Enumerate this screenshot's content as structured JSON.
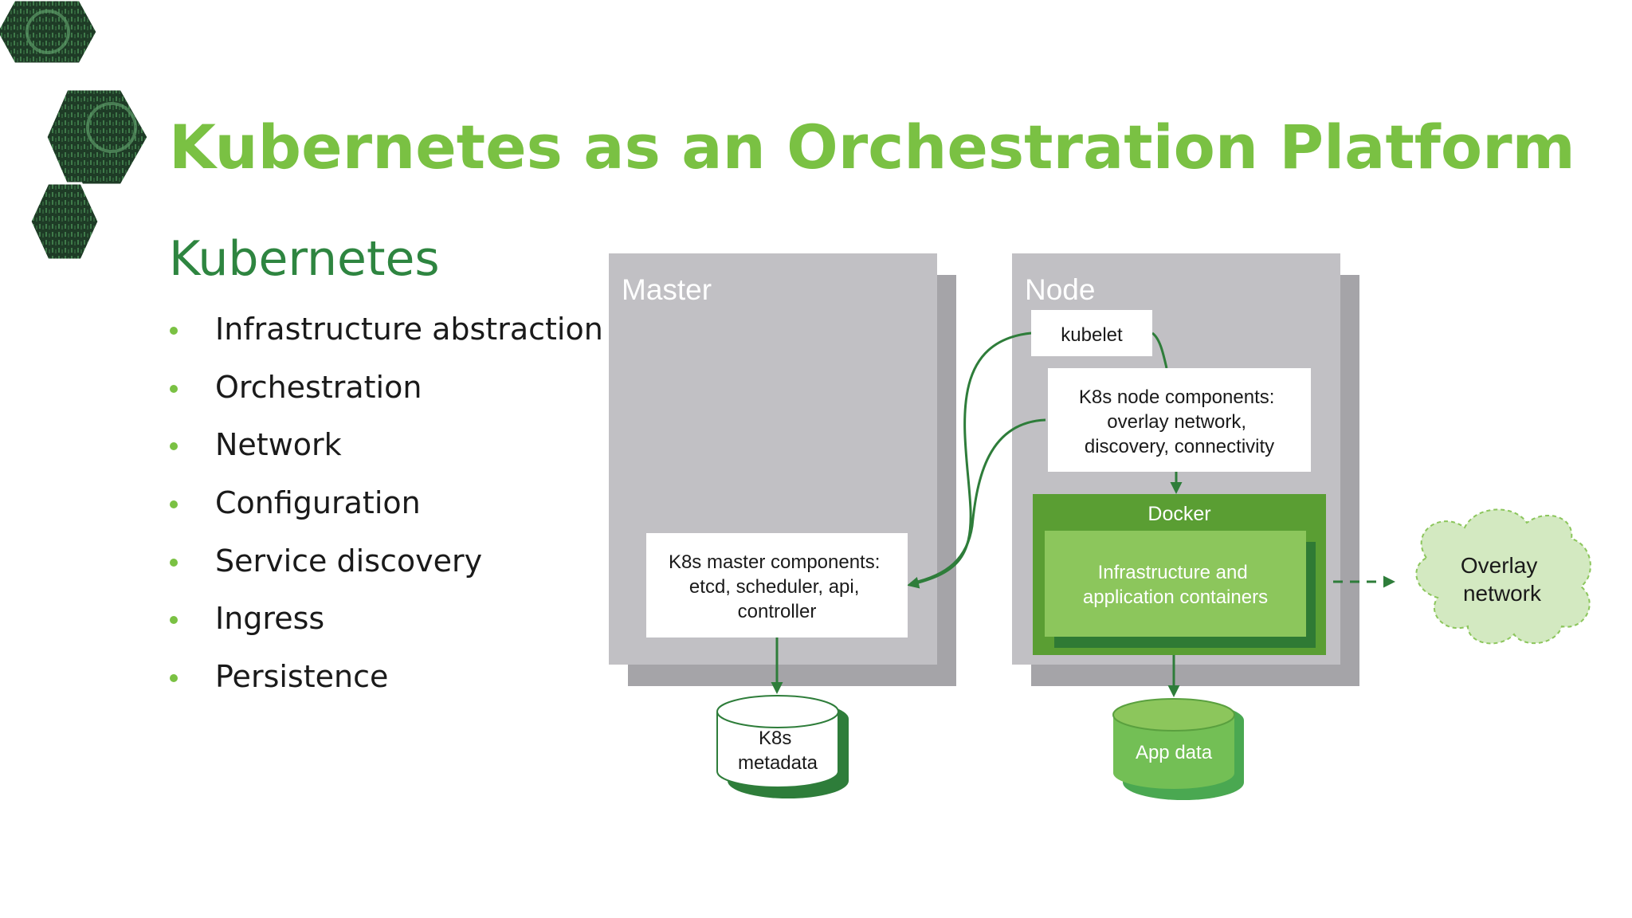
{
  "slide": {
    "title": "Kubernetes as an Orchestration Platform",
    "subtitle": "Kubernetes",
    "bullets": [
      "Infrastructure abstraction",
      "Orchestration",
      "Network",
      "Configuration",
      "Service discovery",
      "Ingress",
      "Persistence"
    ]
  },
  "diagram": {
    "master": {
      "label": "Master",
      "components": [
        "K8s master components:",
        "etcd, scheduler, api,",
        "controller"
      ],
      "storage": [
        "K8s",
        "metadata"
      ]
    },
    "node": {
      "label": "Node",
      "kubelet": "kubelet",
      "components": [
        "K8s node components:",
        "overlay network,",
        "discovery, connectivity"
      ],
      "docker": "Docker",
      "containers": [
        "Infrastructure and",
        "application containers"
      ],
      "storage": "App data"
    },
    "overlay": [
      "Overlay",
      "network"
    ]
  },
  "colors": {
    "title": "#7ac143",
    "subtitle": "#2e8540",
    "bullet_dot": "#7ac143",
    "panel": "#c1c0c4",
    "panel_shadow": "#a5a4a8",
    "arrow": "#2e7d3a",
    "docker": "#5a9e33",
    "containers": "#8cc65c",
    "cloud": "#d3e9c1"
  }
}
